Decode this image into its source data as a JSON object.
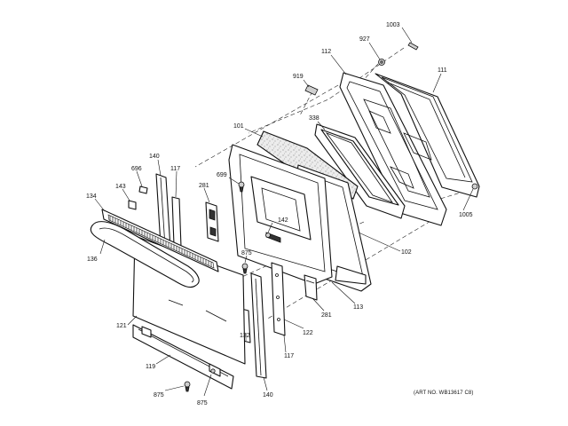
{
  "art_number": "(ART NO. WB13617 C8)",
  "callouts": [
    {
      "id": "1003",
      "text": "1003"
    },
    {
      "id": "927",
      "text": "927"
    },
    {
      "id": "112",
      "text": "112"
    },
    {
      "id": "111",
      "text": "111"
    },
    {
      "id": "919",
      "text": "919"
    },
    {
      "id": "338",
      "text": "338"
    },
    {
      "id": "101",
      "text": "101"
    },
    {
      "id": "699",
      "text": "699"
    },
    {
      "id": "140a",
      "text": "140"
    },
    {
      "id": "696",
      "text": "696"
    },
    {
      "id": "117a",
      "text": "117"
    },
    {
      "id": "143",
      "text": "143"
    },
    {
      "id": "134",
      "text": "134"
    },
    {
      "id": "281a",
      "text": "281"
    },
    {
      "id": "142",
      "text": "142"
    },
    {
      "id": "1005",
      "text": "1005"
    },
    {
      "id": "102",
      "text": "102"
    },
    {
      "id": "136",
      "text": "136"
    },
    {
      "id": "875a",
      "text": "875"
    },
    {
      "id": "113",
      "text": "113"
    },
    {
      "id": "281b",
      "text": "281"
    },
    {
      "id": "121",
      "text": "121"
    },
    {
      "id": "132",
      "text": "132"
    },
    {
      "id": "122",
      "text": "122"
    },
    {
      "id": "117b",
      "text": "117"
    },
    {
      "id": "119",
      "text": "119"
    },
    {
      "id": "140b",
      "text": "140"
    },
    {
      "id": "875b",
      "text": "875"
    },
    {
      "id": "875c",
      "text": "875"
    }
  ]
}
